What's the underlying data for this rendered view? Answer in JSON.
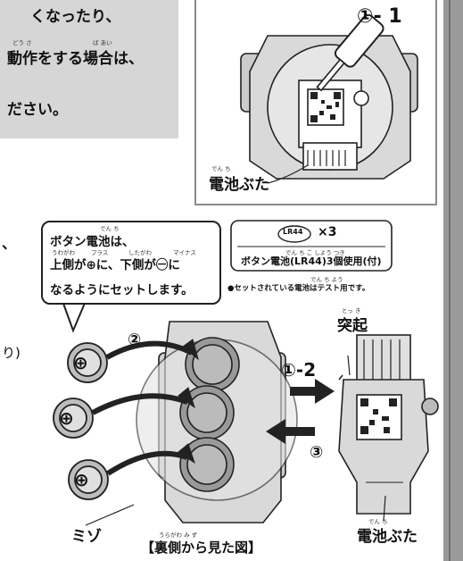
{
  "instruction_panel": {
    "line1": "くなったり、",
    "line2": "動作をする場合は、",
    "line3": "ださい。",
    "ruby_line2_a": "どう さ",
    "ruby_line2_b": "ば あい"
  },
  "top_figure": {
    "step_label": "①- 1",
    "cover_label": "電池ぶた",
    "cover_ruby": "でん ち"
  },
  "bubble": {
    "line1": "ボタン電池は、",
    "line1_ruby": "でん ち",
    "line2": "上側が⊕に、下側が㊀に",
    "line2_ruby_a": "うわがわ",
    "line2_ruby_b": "プラス",
    "line2_ruby_c": "したがわ",
    "line2_ruby_d": "マイナス",
    "line3": "なるようにセットします。"
  },
  "battery_box": {
    "battery_code": "LR44",
    "count": "×3",
    "name": "ボタン電池(LR44)3個使用(付)",
    "name_ruby": "でん ち        こ しよう つき"
  },
  "test_note": "●セットされている電池はテスト用です。",
  "test_note_ruby": "でん ち            よう",
  "left_fragments": {
    "mark1": "、",
    "mark2": "り)"
  },
  "main_figure": {
    "step2": "②",
    "step1_2": "①-2",
    "step3": "③",
    "protrusion": "突起",
    "protrusion_ruby": "とっ き",
    "groove": "ミゾ",
    "back_view": "【裏側から見た図】",
    "back_view_ruby": "うらがわ        み   ず",
    "cover": "電池ぶた",
    "cover_ruby": "でん ち",
    "plus": "⊕"
  }
}
